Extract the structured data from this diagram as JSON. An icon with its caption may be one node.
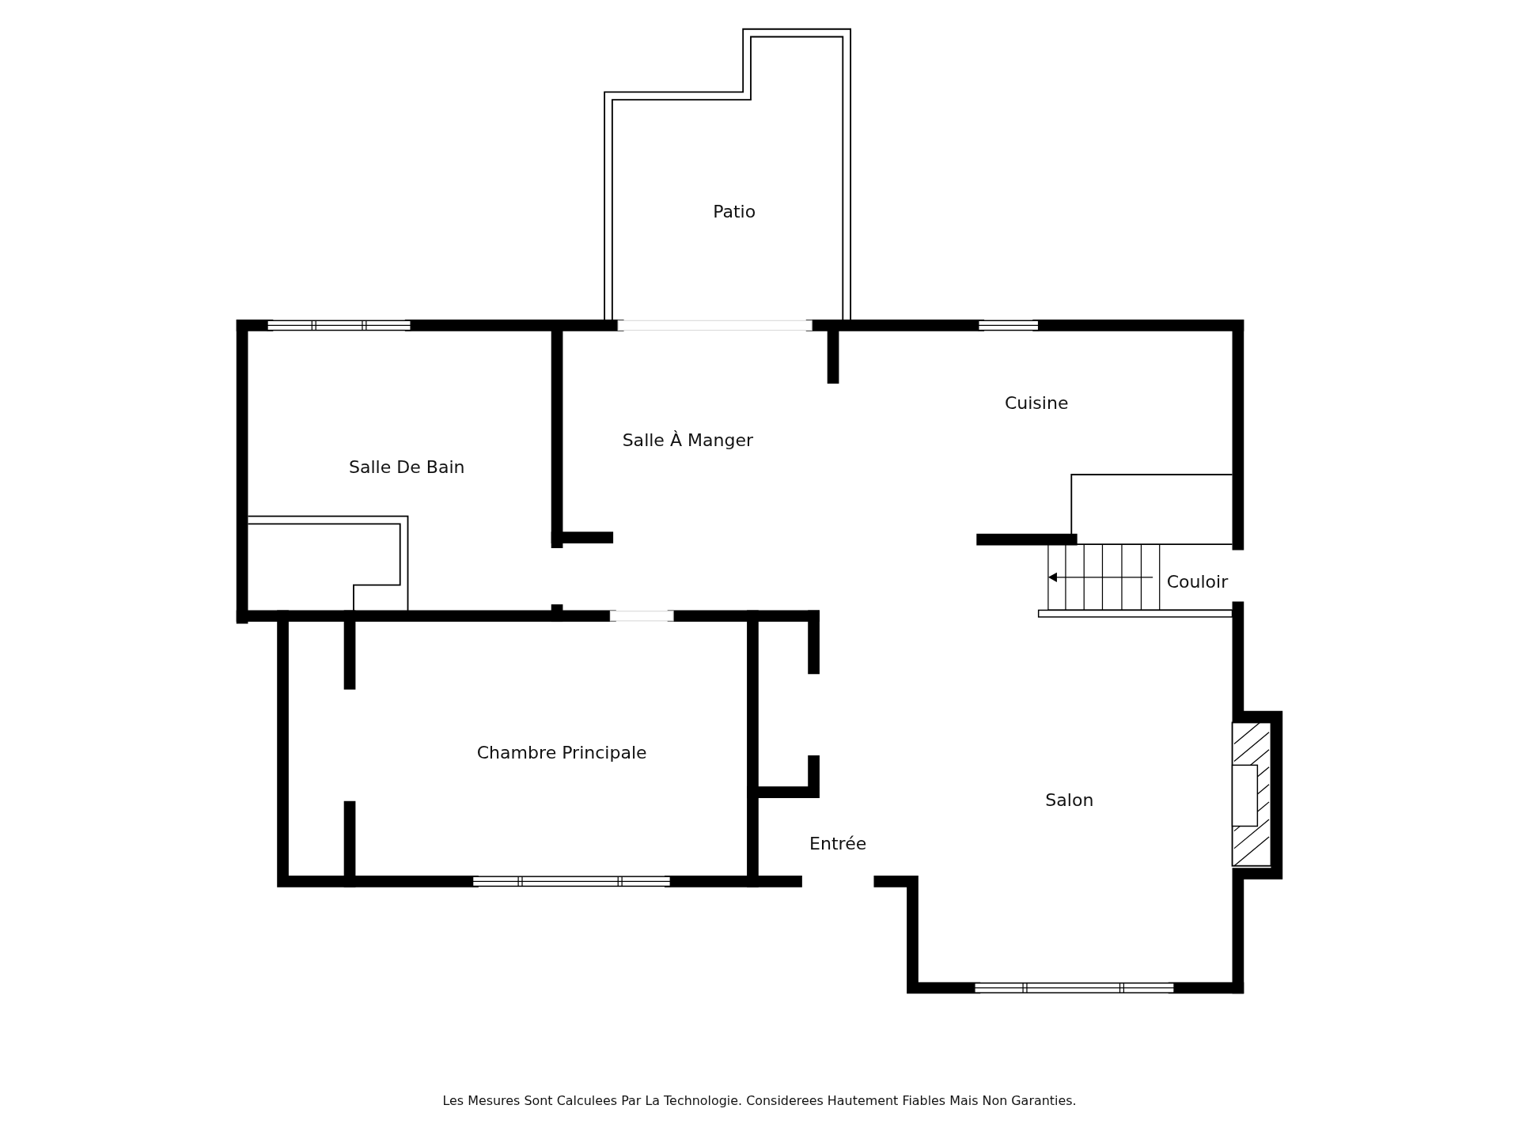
{
  "diagram": {
    "caption": "Les Mesures Sont Calculees Par La Technologie. Considerees Hautement Fiables Mais Non Garanties.",
    "labels": [
      "Patio",
      "Cuisine",
      "Salle À Manger",
      "Salle De Bain",
      "Couloir",
      "Chambre Principale",
      "Salon",
      "Entrée"
    ]
  }
}
